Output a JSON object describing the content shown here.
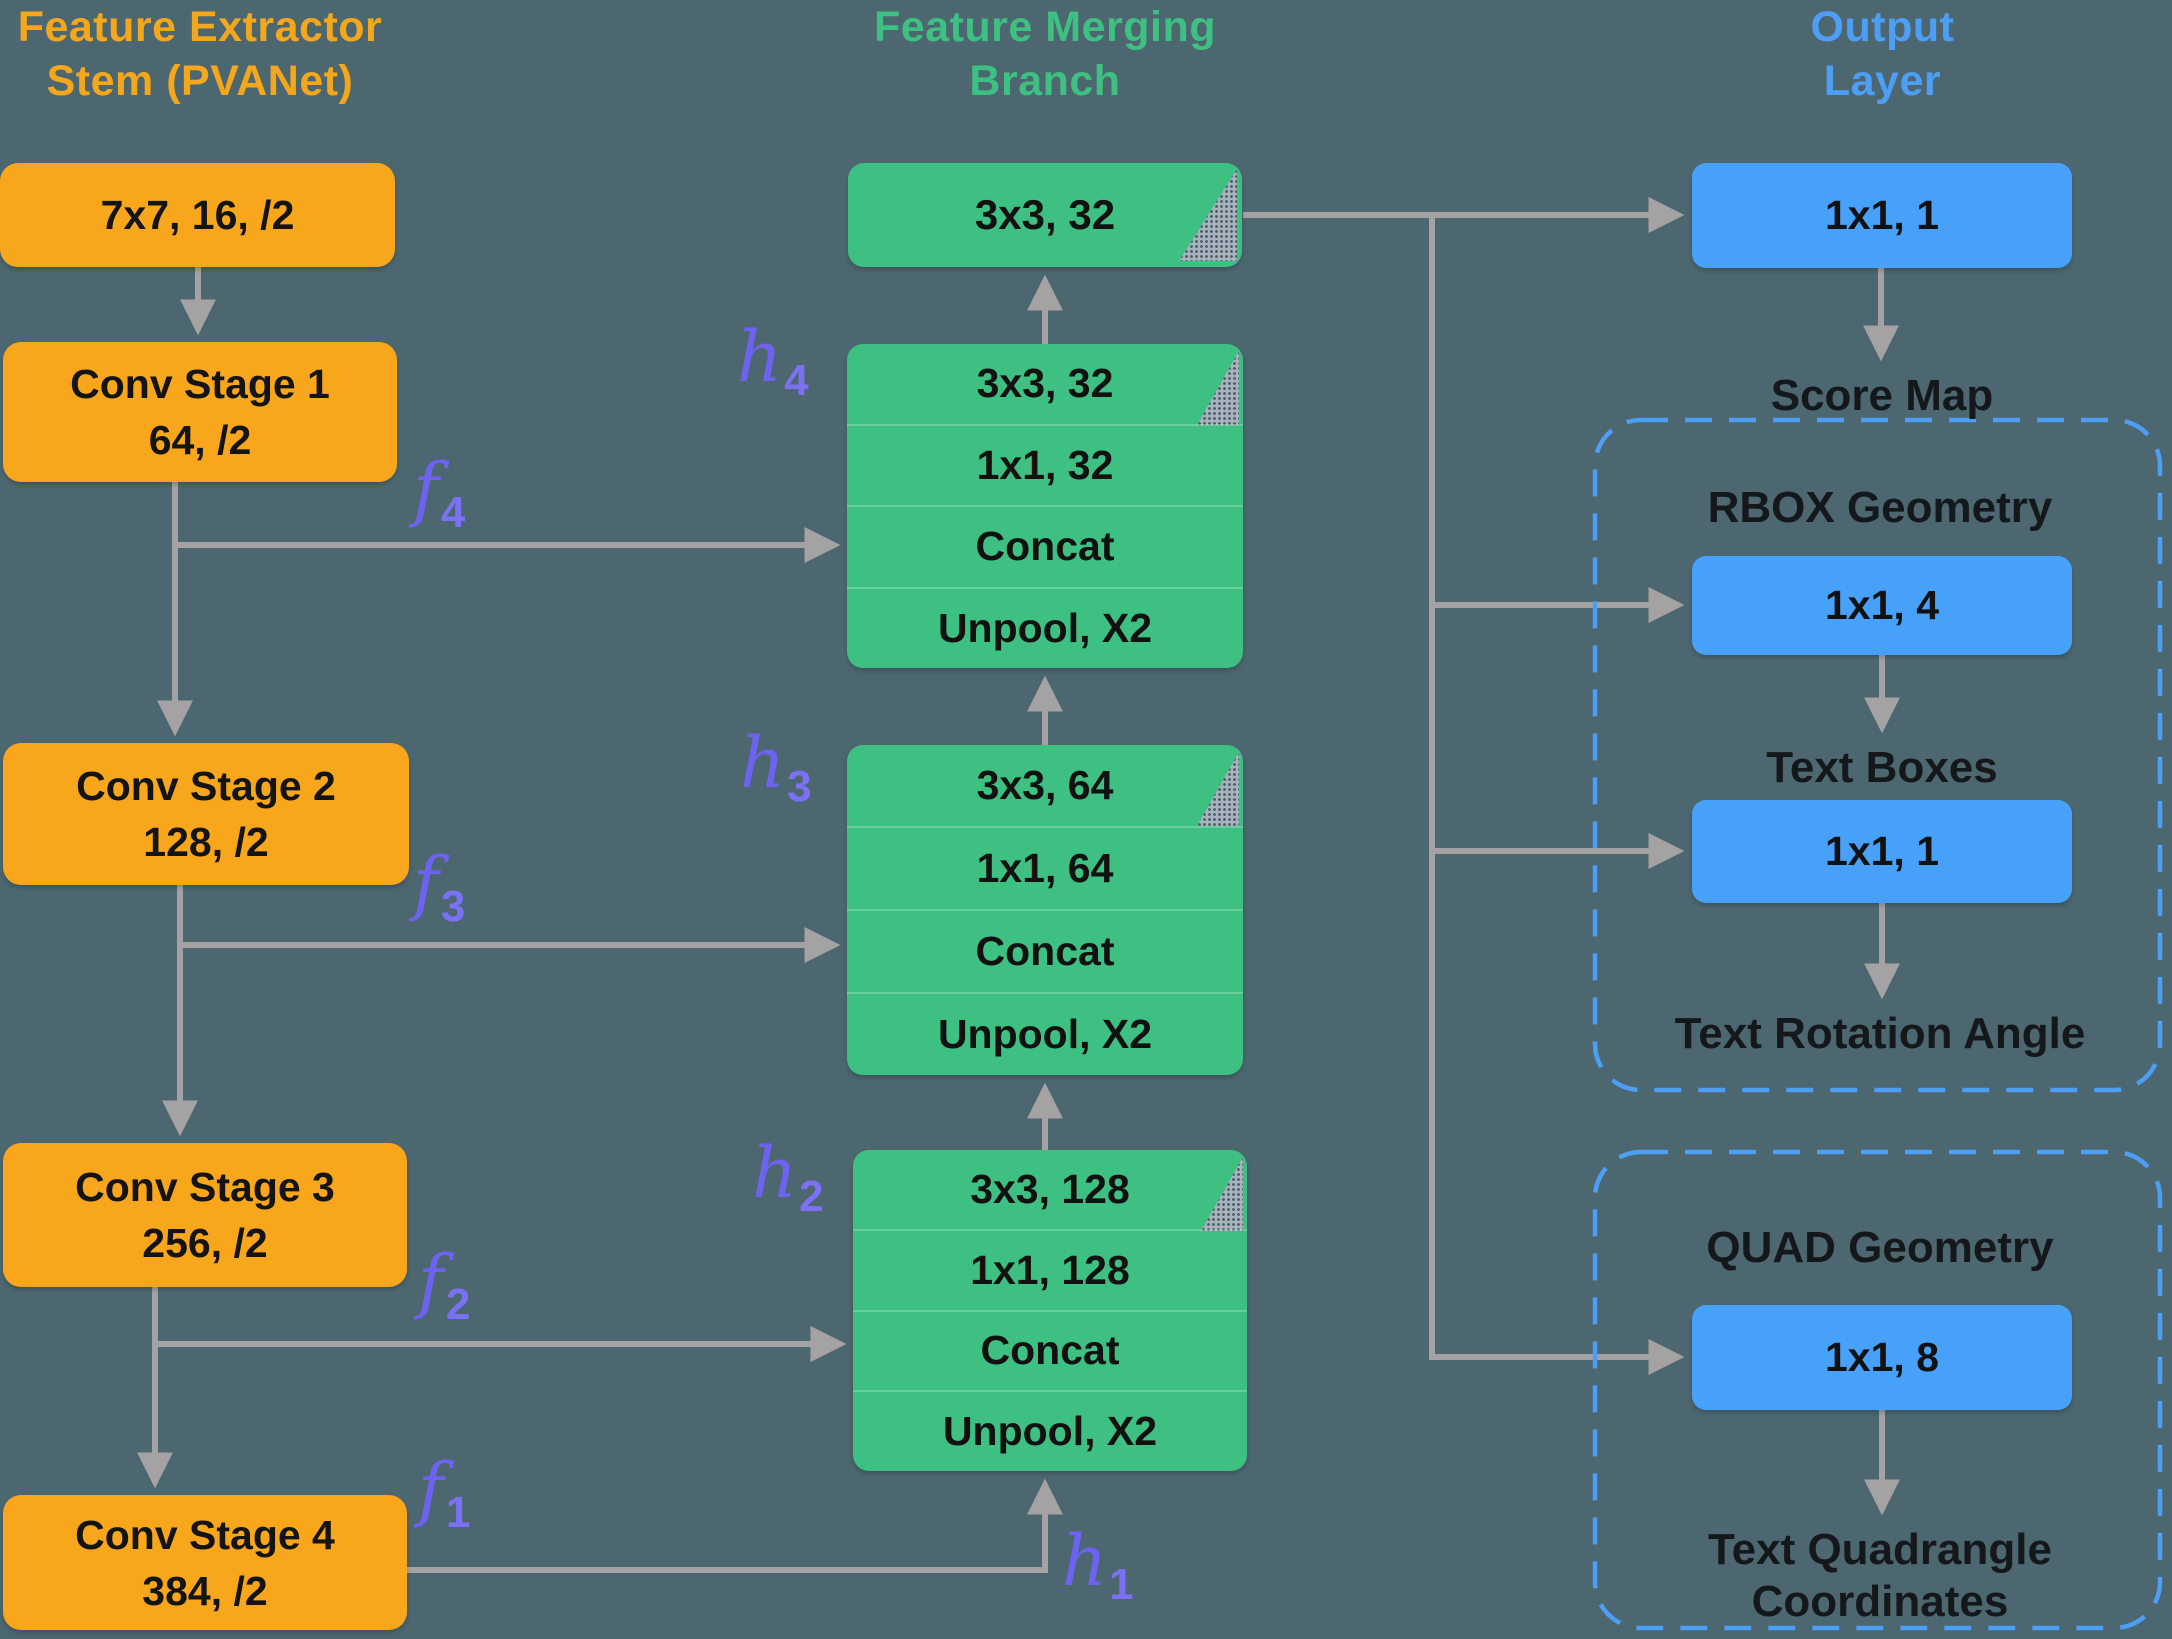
{
  "colors": {
    "background": "#4C6770",
    "stem_accent": "#F8A71C",
    "merge_accent": "#3DC081",
    "output_accent": "#47A1F8",
    "header_blue": "#4D9FF5",
    "math_label_purple": "#6E62F0",
    "connector_gray": "#A5A2A3",
    "dark_text": "#15181A"
  },
  "stem": {
    "title": {
      "line1": "Feature Extractor",
      "line2": "Stem (PVANet)"
    },
    "boxes": [
      {
        "line1": "7x7, 16, /2",
        "line2": ""
      },
      {
        "line1": "Conv Stage 1",
        "line2": "64, /2"
      },
      {
        "line1": "Conv Stage 2",
        "line2": "128, /2"
      },
      {
        "line1": "Conv Stage 3",
        "line2": "256, /2"
      },
      {
        "line1": "Conv Stage 4",
        "line2": "384, /2"
      }
    ],
    "feature_labels": [
      {
        "glyph": "f",
        "sub": "4"
      },
      {
        "glyph": "f",
        "sub": "3"
      },
      {
        "glyph": "f",
        "sub": "2"
      },
      {
        "glyph": "f",
        "sub": "1"
      }
    ]
  },
  "merge": {
    "title": {
      "line1": "Feature Merging",
      "line2": "Branch"
    },
    "output_conv": "3x3, 32",
    "blocks": [
      {
        "label": {
          "glyph": "h",
          "sub": "4"
        },
        "rows": [
          "3x3, 32",
          "1x1, 32",
          "Concat",
          "Unpool, X2"
        ]
      },
      {
        "label": {
          "glyph": "h",
          "sub": "3"
        },
        "rows": [
          "3x3, 64",
          "1x1, 64",
          "Concat",
          "Unpool, X2"
        ]
      },
      {
        "label": {
          "glyph": "h",
          "sub": "2"
        },
        "rows": [
          "3x3, 128",
          "1x1, 128",
          "Concat",
          "Unpool, X2"
        ]
      }
    ],
    "input_label": {
      "glyph": "h",
      "sub": "1"
    }
  },
  "output": {
    "title": {
      "line1": "Output",
      "line2": "Layer"
    },
    "score": {
      "conv": "1x1, 1",
      "result": "Score Map"
    },
    "rbox": {
      "title": "RBOX Geometry",
      "conv1": "1x1, 4",
      "mid_label": "Text Boxes",
      "conv2": "1x1, 1",
      "result": "Text Rotation Angle"
    },
    "quad": {
      "title": "QUAD Geometry",
      "conv": "1x1, 8",
      "result": {
        "line1": "Text Quadrangle",
        "line2": "Coordinates"
      }
    }
  }
}
